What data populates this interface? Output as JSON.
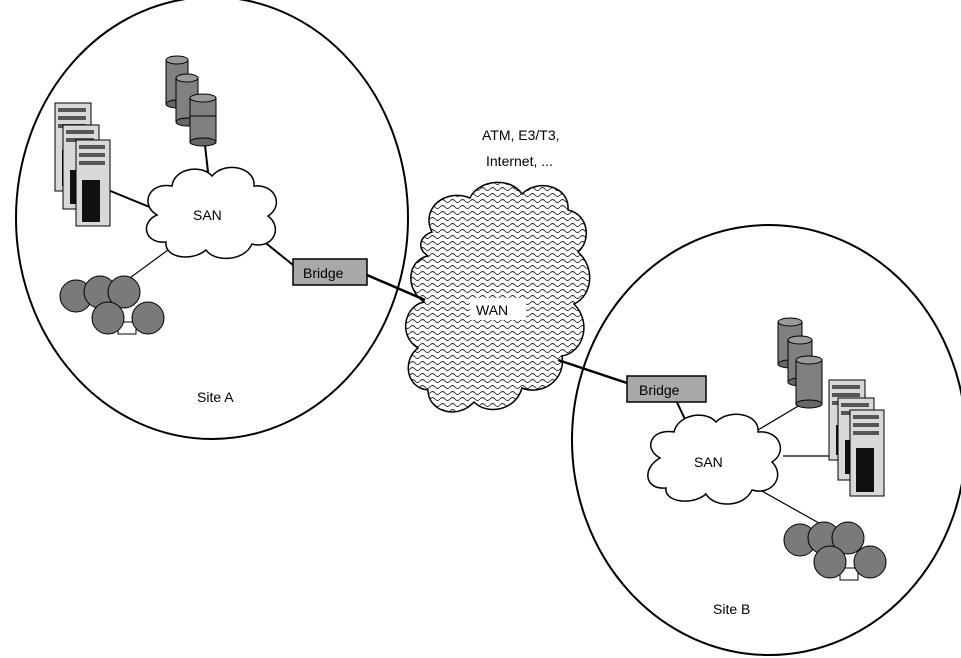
{
  "diagram": {
    "wan_annotation_line1": "ATM, E3/T3,",
    "wan_annotation_line2": "Internet, ...",
    "wan_label": "WAN",
    "site_a": {
      "label": "Site A",
      "san_label": "SAN",
      "bridge_label": "Bridge"
    },
    "site_b": {
      "label": "Site B",
      "san_label": "SAN",
      "bridge_label": "Bridge"
    }
  },
  "colors": {
    "bridge_fill": "#a9a9a9",
    "disk_fill": "#808080",
    "tape_fill": "#7a7a7a",
    "server_fill": "#d8d8d8"
  }
}
